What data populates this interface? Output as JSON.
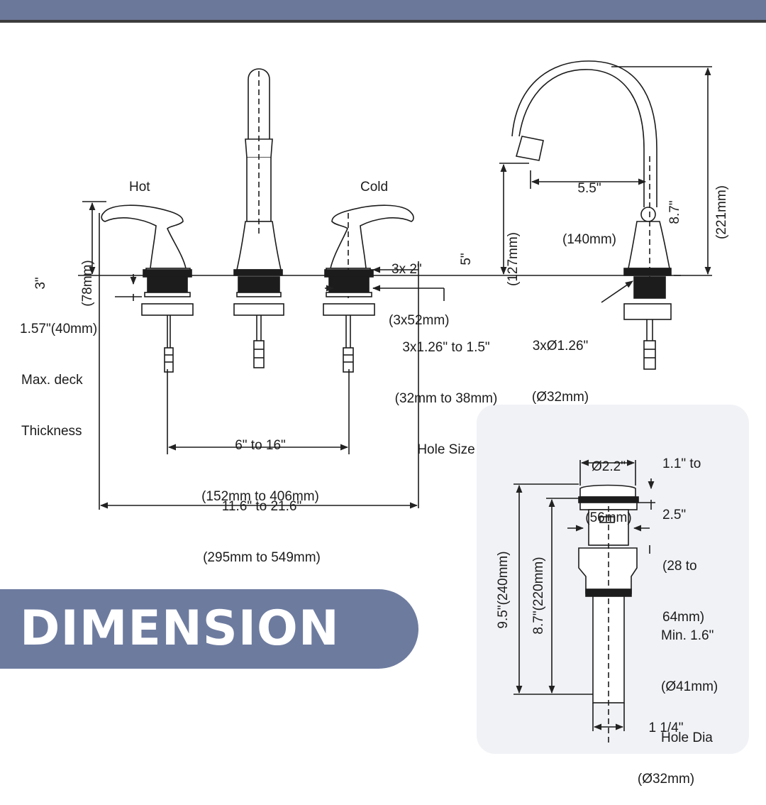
{
  "banner": {
    "title": "DIMENSION"
  },
  "labels": {
    "hot": "Hot",
    "cold": "Cold",
    "handle_height": {
      "line1": "3\"",
      "line2": "(78mm)"
    },
    "deck": {
      "line1": "1.57\"(40mm)",
      "line2": "Max. deck",
      "line3": "Thickness"
    },
    "handle_base": {
      "line1": "3x 2\"",
      "line2": "(3x52mm)"
    },
    "hole_size": {
      "line1": "3x1.26\" to 1.5\"",
      "line2": "(32mm to 38mm)",
      "line3": "Hole Size"
    },
    "handle_spread": {
      "line1": "6\" to 16\"",
      "line2": "(152mm to 406mm)"
    },
    "overall_spread": {
      "line1": "11.6\" to 21.6\"",
      "line2": "(295mm to 549mm)"
    },
    "spout_reach": {
      "line1": "5.5\"",
      "line2": "(140mm)"
    },
    "spout_clearance": {
      "line1": "5\"",
      "line2": "(127mm)"
    },
    "faucet_height": {
      "line1": "8.7\"",
      "line2": "(221mm)"
    },
    "spout_base": {
      "line1": "3xØ1.26\"",
      "line2": "(Ø32mm)"
    }
  },
  "drain": {
    "cap_dia": {
      "line1": "Ø2.2\"",
      "line2": "(56mm)"
    },
    "range": {
      "line1": "1.1\" to",
      "line2": "2.5\"",
      "line3": "(28 to",
      "line4": "64mm)"
    },
    "hole": {
      "line1": "Min. 1.6\"",
      "line2": "(Ø41mm)",
      "line3": "Hole Dia"
    },
    "total_height": "9.5\"(240mm)",
    "body_height": "8.7\"(220mm)",
    "tail": {
      "line1": "1 1/4\"",
      "line2": "(Ø32mm)"
    }
  }
}
